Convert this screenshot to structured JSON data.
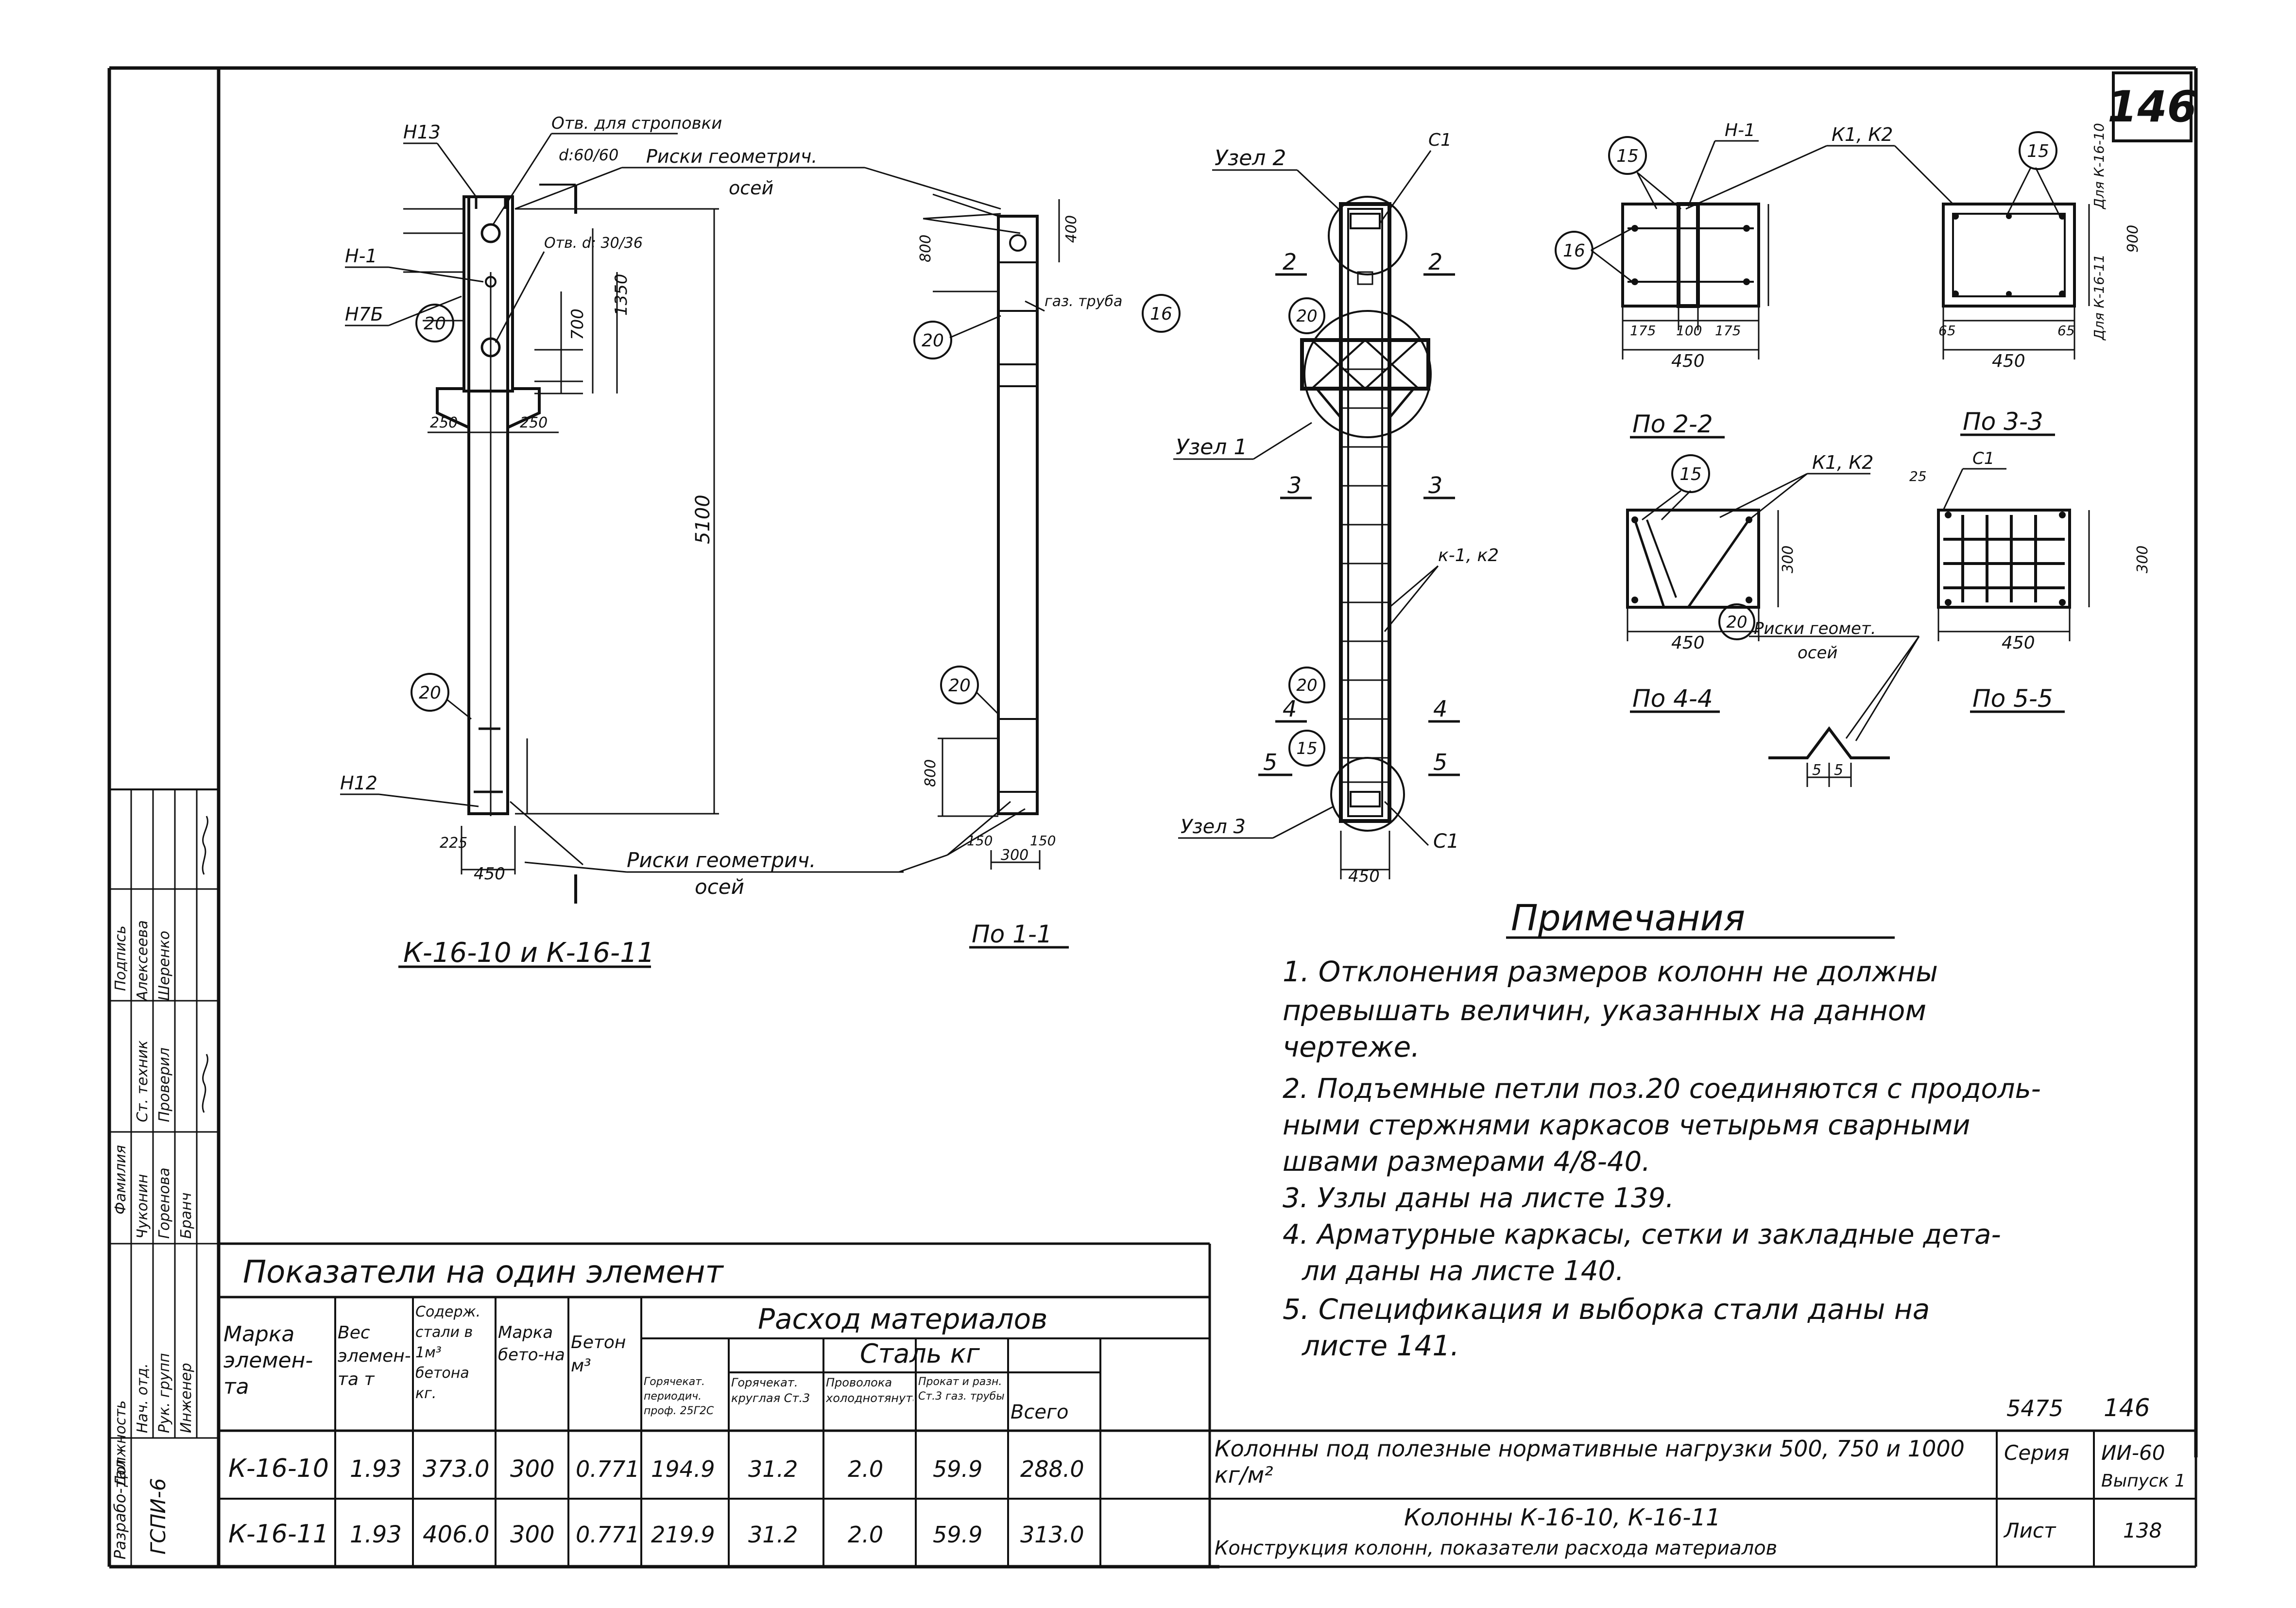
{
  "sheet": {
    "page_number": "146",
    "bottom_numbers": [
      "5475",
      "146"
    ]
  },
  "views": {
    "k16_title": "К-16-10 и К-16-11",
    "section_1_1_title": "По 1-1",
    "section_2_2_title": "По 2-2",
    "section_3_3_title": "По 3-3",
    "section_4_4_title": "По 4-4",
    "section_5_5_title": "По 5-5",
    "node_2": "Узел 2",
    "node_1": "Узел 1",
    "node_3": "Узел 3"
  },
  "labels": {
    "n13": "Н13",
    "n1": "Н-1",
    "n7b": "Н7Б",
    "n12": "Н12",
    "c1": "С1",
    "c1_b": "С1",
    "k1k2": "К1, К2",
    "k1k2_b": "к-1, к2",
    "k1k2_c": "К1, К2",
    "hole_sling": "Отв. для строповки",
    "hole_d": "d:60/60",
    "hole_2": "Отв. d: 30/36",
    "geom_marks": "Риски геометрич.",
    "geom_axes": "осей",
    "geom_marks_2": "Риски геометрич.",
    "geom_axes_2": "осей",
    "geom_marks_3": "Риски геомет.",
    "geom_axes_3": "осей",
    "pipe": "газ. труба",
    "side_note_1": "Для К-16-10",
    "side_note_2": "Для К-16-11",
    "cut_2": "2",
    "cut_3": "3",
    "cut_4": "4",
    "cut_5": "5"
  },
  "callouts": [
    "20",
    "20",
    "20",
    "20",
    "15",
    "16",
    "15",
    "15",
    "16",
    "20",
    "20",
    "15"
  ],
  "dimensions": {
    "d5100": "5100",
    "d1350": "1350",
    "d700": "700",
    "d250a": "250",
    "d250b": "250",
    "d450a": "450",
    "d225": "225",
    "d800a": "800",
    "d400": "400",
    "d800b": "800",
    "d150a": "150",
    "d150b": "150",
    "d300a": "300",
    "d450b": "450",
    "d175a": "175",
    "d100": "100",
    "d175b": "175",
    "d450c": "450",
    "d450d": "450",
    "d65a": "65",
    "d65b": "65",
    "d900": "900",
    "d300b": "300",
    "d450e": "450",
    "d450f": "450",
    "d300c": "300",
    "d25": "25",
    "d5a": "5",
    "d5b": "5"
  },
  "notes": {
    "title": "Примечания",
    "items": [
      "1. Отклонения размеров колонн не должны",
      "превышать величин, указанных на данном",
      "чертеже.",
      "2. Подъемные петли поз.20 соединяются с продоль-",
      "ными стержнями каркасов четырьмя сварными",
      "швами размерами 4/8-40.",
      "3. Узлы даны на листе 139.",
      "4. Арматурные каркасы, сетки и закладные дета-",
      "ли даны на листе 140.",
      "5. Спецификация и выборка стали даны на",
      "листе 141."
    ]
  },
  "table": {
    "title": "Показатели на один элемент",
    "headers": {
      "mark": "Марка элемен-та",
      "weight": "Вес элемен-та т",
      "steel_content": "Содерж. стали в 1м³ бетона кг.",
      "concrete_grade": "Марка бето-на",
      "concrete": "Бетон м³",
      "consumption": "Расход материалов",
      "steel": "Сталь кг",
      "hot_rolled_periodic": "Горячекат. периодич. проф. 25Г2С",
      "hot_rolled_round": "Горячекат. круглая Ст.3",
      "wire": "Проволока холоднотянутая",
      "rolled_pipes": "Прокат и разн. Ст.3 газ. трубы",
      "total": "Всего"
    },
    "rows": [
      {
        "mark": "К-16-10",
        "weight": "1.93",
        "steel_content": "373.0",
        "grade": "300",
        "concrete": "0.771",
        "periodic": "194.9",
        "round": "31.2",
        "wire": "2.0",
        "pipes": "59.9",
        "total": "288.0"
      },
      {
        "mark": "К-16-11",
        "weight": "1.93",
        "steel_content": "406.0",
        "grade": "300",
        "concrete": "0.771",
        "periodic": "219.9",
        "round": "31.2",
        "wire": "2.0",
        "pipes": "59.9",
        "total": "313.0"
      }
    ]
  },
  "stamp": {
    "project_title": "Колонны под полезные нормативные нагрузки 500, 750 и 1000 кг/м²",
    "series_label": "Серия",
    "series_value": "ИИ-60",
    "issue": "Выпуск 1",
    "sheet_title": "Колонны К-16-10, К-16-11",
    "sheet_subtitle": "Конструкция колонн, показатели расхода материалов",
    "sheet_label": "Лист",
    "sheet_value": "138"
  },
  "side_block": {
    "org": "ГСПИ-6",
    "developed": "Разрабо-тал",
    "cols": [
      "Должность",
      "Фамилия",
      "Подпись"
    ],
    "rows": [
      [
        "Ст. техник",
        "Алексеева",
        ""
      ],
      [
        "Проверил",
        "Шеренко",
        ""
      ],
      [
        "Нач. отд.",
        "Чуконин",
        ""
      ],
      [
        "Рук. групп",
        "Горенова",
        ""
      ],
      [
        "Инженер",
        "Бранч",
        ""
      ]
    ]
  }
}
